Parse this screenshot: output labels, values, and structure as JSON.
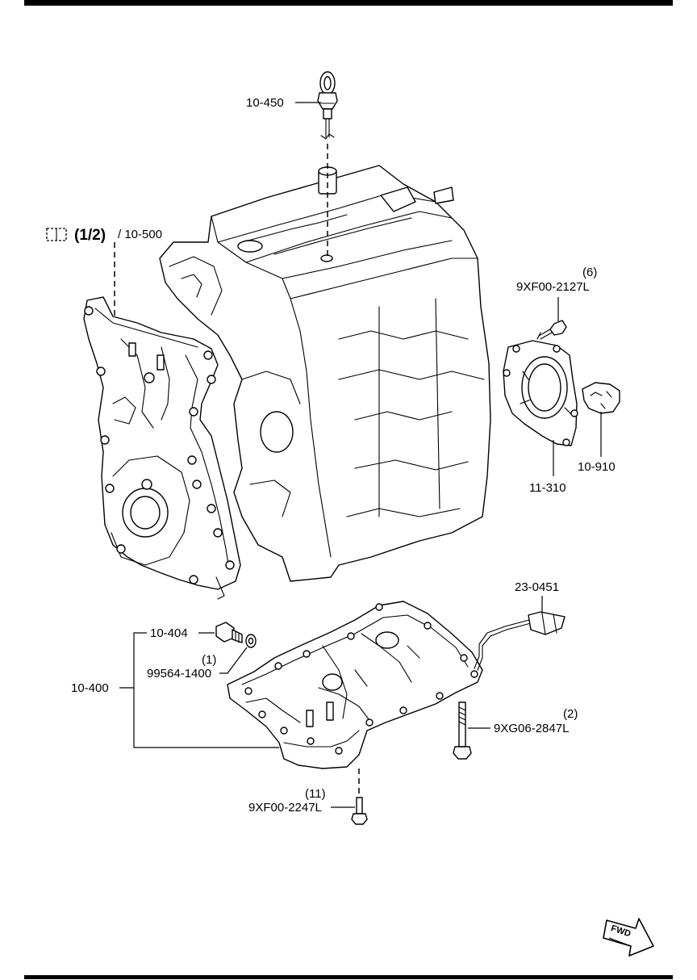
{
  "labels": {
    "dipstick": "10-450",
    "timing_cover_ref": "(1/2)",
    "timing_cover_part": "/ 10-500",
    "bolt_rear_qty": "(6)",
    "bolt_rear": "9XF00-2127L",
    "rear_cover": "11-310",
    "rear_seal": "10-910",
    "oil_level_sensor": "23-0451",
    "drain_plug": "10-404",
    "washer_qty": "(1)",
    "washer": "99564-1400",
    "oil_pan_assy": "10-400",
    "bolt_long_qty": "(2)",
    "bolt_long": "9XG06-2847L",
    "bolt_pan_qty": "(11)",
    "bolt_pan": "9XF00-2247L",
    "fwd": "FWD"
  }
}
